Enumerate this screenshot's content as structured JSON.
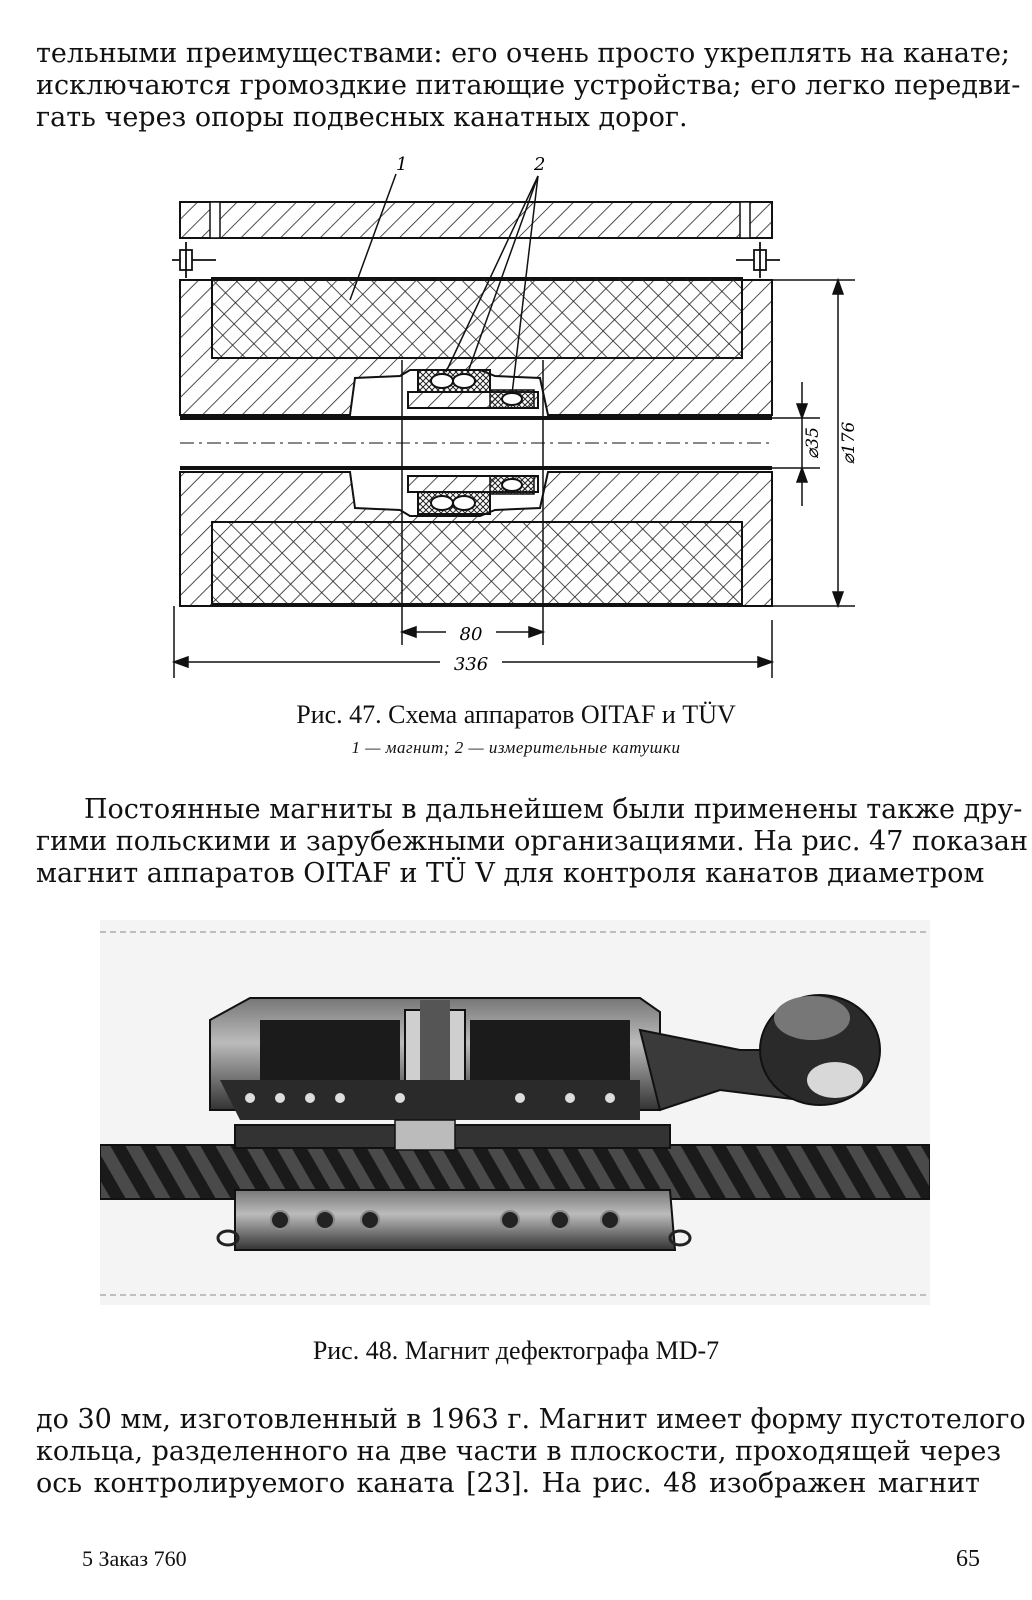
{
  "paragraph1": {
    "lines": [
      "тельными преимуществами: его очень просто укреплять на канате;",
      "исключаются громоздкие питающие устройства; его легко передви-",
      "гать через опоры подвесных канатных дорог."
    ]
  },
  "figure47": {
    "callout_1": "1",
    "callout_2": "2",
    "dim_inner_diameter": "⌀35",
    "dim_outer_diameter": "⌀176",
    "dim_coil_length": "80",
    "dim_total_length": "336",
    "caption": "Рис. 47. Схема аппаратов OITAF и TÜV",
    "legend": "1 — магнит; 2 — измерительные катушки"
  },
  "paragraph2": {
    "lines": [
      "Постоянные магниты в дальнейшем были применены также дру-",
      "гими польскими и зарубежными организациями. На рис. 47 показан",
      "магнит аппаратов OITAF и TÜ V для контроля канатов диаметром"
    ]
  },
  "figure48": {
    "caption": "Рис. 48. Магнит дефектографа MD-7"
  },
  "paragraph3": {
    "lines": [
      "до 30 мм, изготовленный в 1963 г. Магнит имеет форму пустотелого",
      "кольца, разделенного на две части в плоскости, проходящей через",
      "ось контролируемого каната [23]. На рис. 48 изображен магнит"
    ]
  },
  "footer": {
    "left": "5 Заказ 760",
    "page_number": "65"
  }
}
